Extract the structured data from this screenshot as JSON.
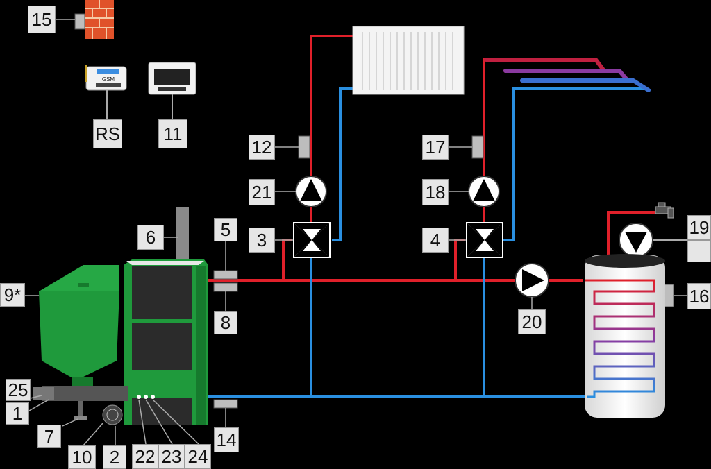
{
  "colors": {
    "background": "#000000",
    "hot_pipe": "#e0202a",
    "cold_pipe": "#2a8fe0",
    "boiler_green": "#1f9a3c",
    "label_bg": "#e6e6e6"
  },
  "labels": {
    "l1": "1",
    "l2": "2",
    "l3": "3",
    "l4": "4",
    "l5": "5",
    "l6": "6",
    "l7": "7",
    "l8": "8",
    "l9": "9*",
    "l10": "10",
    "l11": "11",
    "l12": "12",
    "l14": "14",
    "l15": "15",
    "l16": "16",
    "l17": "17",
    "l18": "18",
    "l19": "19",
    "l20": "20",
    "l21": "21",
    "l22": "22",
    "l23": "23",
    "l24": "24",
    "l25": "25",
    "rs": "RS"
  },
  "devices": {
    "gsm_label": "GSM"
  },
  "icons": {
    "pump": "pump-icon",
    "mixing_valve": "mixing-valve-icon",
    "radiator": "radiator-icon",
    "floor_heating": "floor-heating-icon",
    "tank": "hot-water-tank-icon",
    "tap": "water-tap-icon",
    "ground": "ground-icon",
    "brick_wall": "brick-wall-icon"
  }
}
